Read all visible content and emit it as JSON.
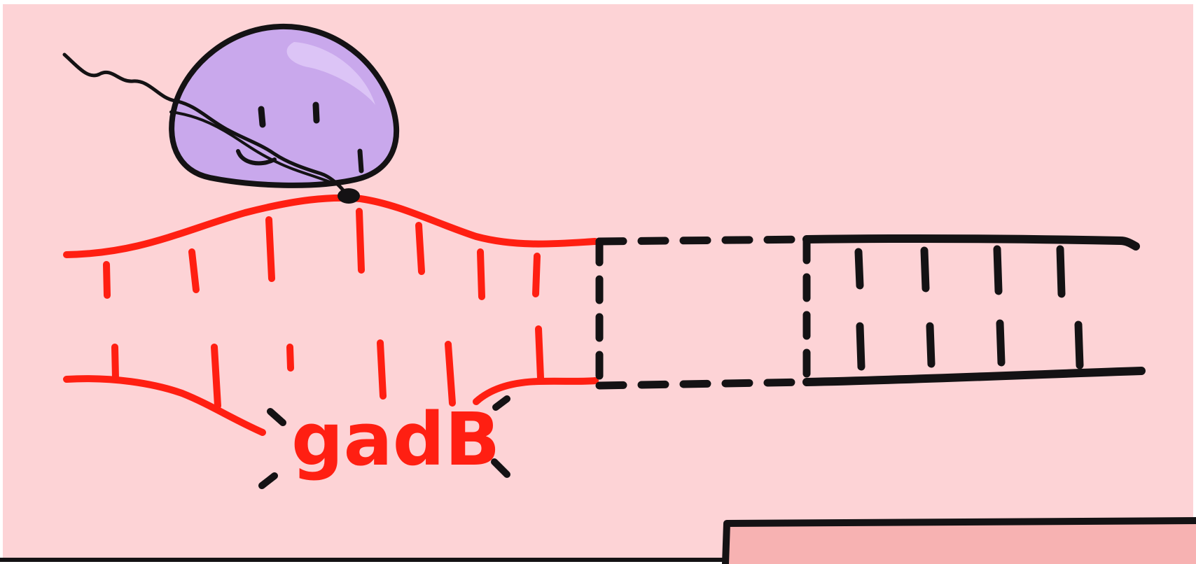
{
  "illustration": {
    "gene_label": "gadB",
    "colors": {
      "background": "#fdd3d6",
      "transcribed_strand": "#ff1f12",
      "dna_ink": "#141214",
      "protein_body": "#c9a8ec",
      "protein_highlight": "#dcc4f6",
      "corner_block": "#f7b2b2"
    },
    "characters": [
      "purple-protein-blob"
    ],
    "icons": [
      "protein-blob-icon",
      "tether-squiggle",
      "dna-ladder"
    ]
  }
}
